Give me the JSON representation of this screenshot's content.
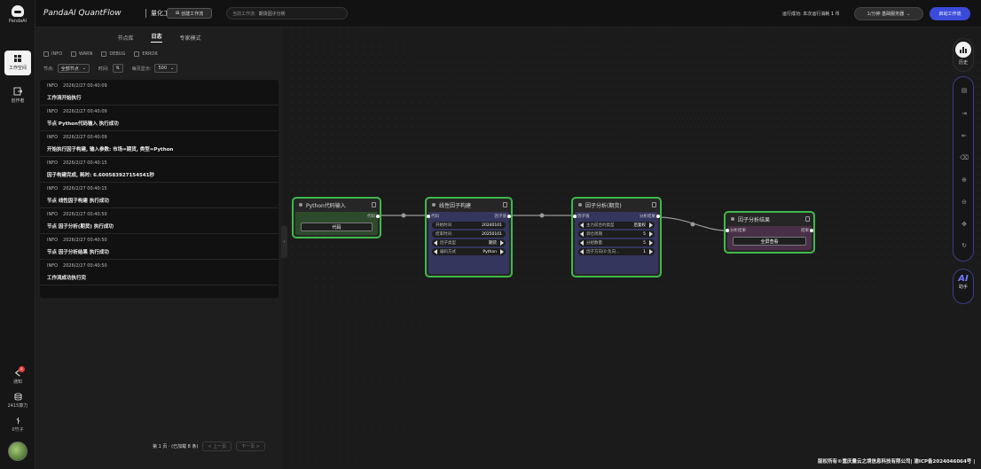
{
  "rail": {
    "logo_text": "PandaAI",
    "items": [
      {
        "label": "工作空间",
        "icon": "workspace-icon"
      },
      {
        "label": "创作者",
        "icon": "creator-icon"
      }
    ],
    "notify_label": "通知",
    "notify_badge": "9",
    "compute_label": "2415算力",
    "bamboo_label": "0竹子"
  },
  "header": {
    "brand": "PandaAI QuantFlow",
    "subtitle": "量化工作流",
    "create_label": "创建工作流",
    "workflow_label": "当前工作流:",
    "workflow_value": "期货因子分析",
    "run_info": "运行成功: 本次运行消耗 1 币",
    "plan_label": "1/分钟 基础服务器",
    "start_label": "启动工作流"
  },
  "panel": {
    "tabs": [
      "节点库",
      "日志",
      "专家模式"
    ],
    "active_tab": 1,
    "levels": [
      "INFO",
      "WARN",
      "DEBUG",
      "ERROR"
    ],
    "filter_node_label": "节点:",
    "filter_node_value": "全部节点",
    "filter_time_label": "时间:",
    "per_page_label": "每页显示:",
    "per_page_value": "500",
    "logs": [
      {
        "level": "INFO",
        "time": "2026/2/27 00:40:09",
        "message": "工作流开始执行"
      },
      {
        "level": "INFO",
        "time": "2026/2/27 00:40:09",
        "message": "节点 Python代码输入 执行成功"
      },
      {
        "level": "INFO",
        "time": "2026/2/27 00:40:09",
        "message": "开始执行因子构建, 输入参数: 市场=期货, 类型=Python"
      },
      {
        "level": "INFO",
        "time": "2026/2/27 00:40:15",
        "message": "因子构建完成, 耗时: 6.600583927154541秒"
      },
      {
        "level": "INFO",
        "time": "2026/2/27 00:40:15",
        "message": "节点 线性因子构建 执行成功"
      },
      {
        "level": "INFO",
        "time": "2026/2/27 00:40:50",
        "message": "节点 因子分析(期货) 执行成功"
      },
      {
        "level": "INFO",
        "time": "2026/2/27 00:40:50",
        "message": "节点 因子分析结果 执行成功"
      },
      {
        "level": "INFO",
        "time": "2026/2/27 00:40:50",
        "message": "工作流成功执行完"
      }
    ],
    "pager_text": "第 1 页 · (已加载 8 条)",
    "prev_label": "< 上一页",
    "next_label": "下一页 >"
  },
  "nodes": {
    "python": {
      "title": "Python代码输入",
      "output": "代码",
      "button": "代码"
    },
    "linear": {
      "title": "线性因子构建",
      "input": "代码",
      "output": "因子值",
      "rows": [
        {
          "label": "开始时间",
          "value": "20240101"
        },
        {
          "label": "结束时间",
          "value": "20250101"
        },
        {
          "label": "因子类型",
          "value": "期货"
        },
        {
          "label": "编码方式",
          "value": "Python"
        }
      ]
    },
    "analysis": {
      "title": "因子分析(期货)",
      "input": "因子值",
      "output": "分析结果",
      "rows": [
        {
          "label": "主力前合约类型",
          "value": "后复权"
        },
        {
          "label": "调仓周期",
          "value": "5"
        },
        {
          "label": "分组数量",
          "value": "5"
        },
        {
          "label": "因子方向(0:负向...",
          "value": "1"
        }
      ]
    },
    "result": {
      "title": "因子分析结果",
      "input": "分析结果",
      "output": "结果",
      "button": "全屏查看"
    }
  },
  "right": {
    "history_label": "历史",
    "ai_text": "AI",
    "ai_label": "助手"
  },
  "footer": "版权所有©重庆量云之境信息科技有限公司| 渝ICP备2024046064号 |",
  "colors": {
    "accent": "#3a4bd9",
    "node_border": "#3fb94a",
    "node_python": "#2e4a2c",
    "node_linear": "#34365e",
    "node_result": "#4a2f48"
  }
}
